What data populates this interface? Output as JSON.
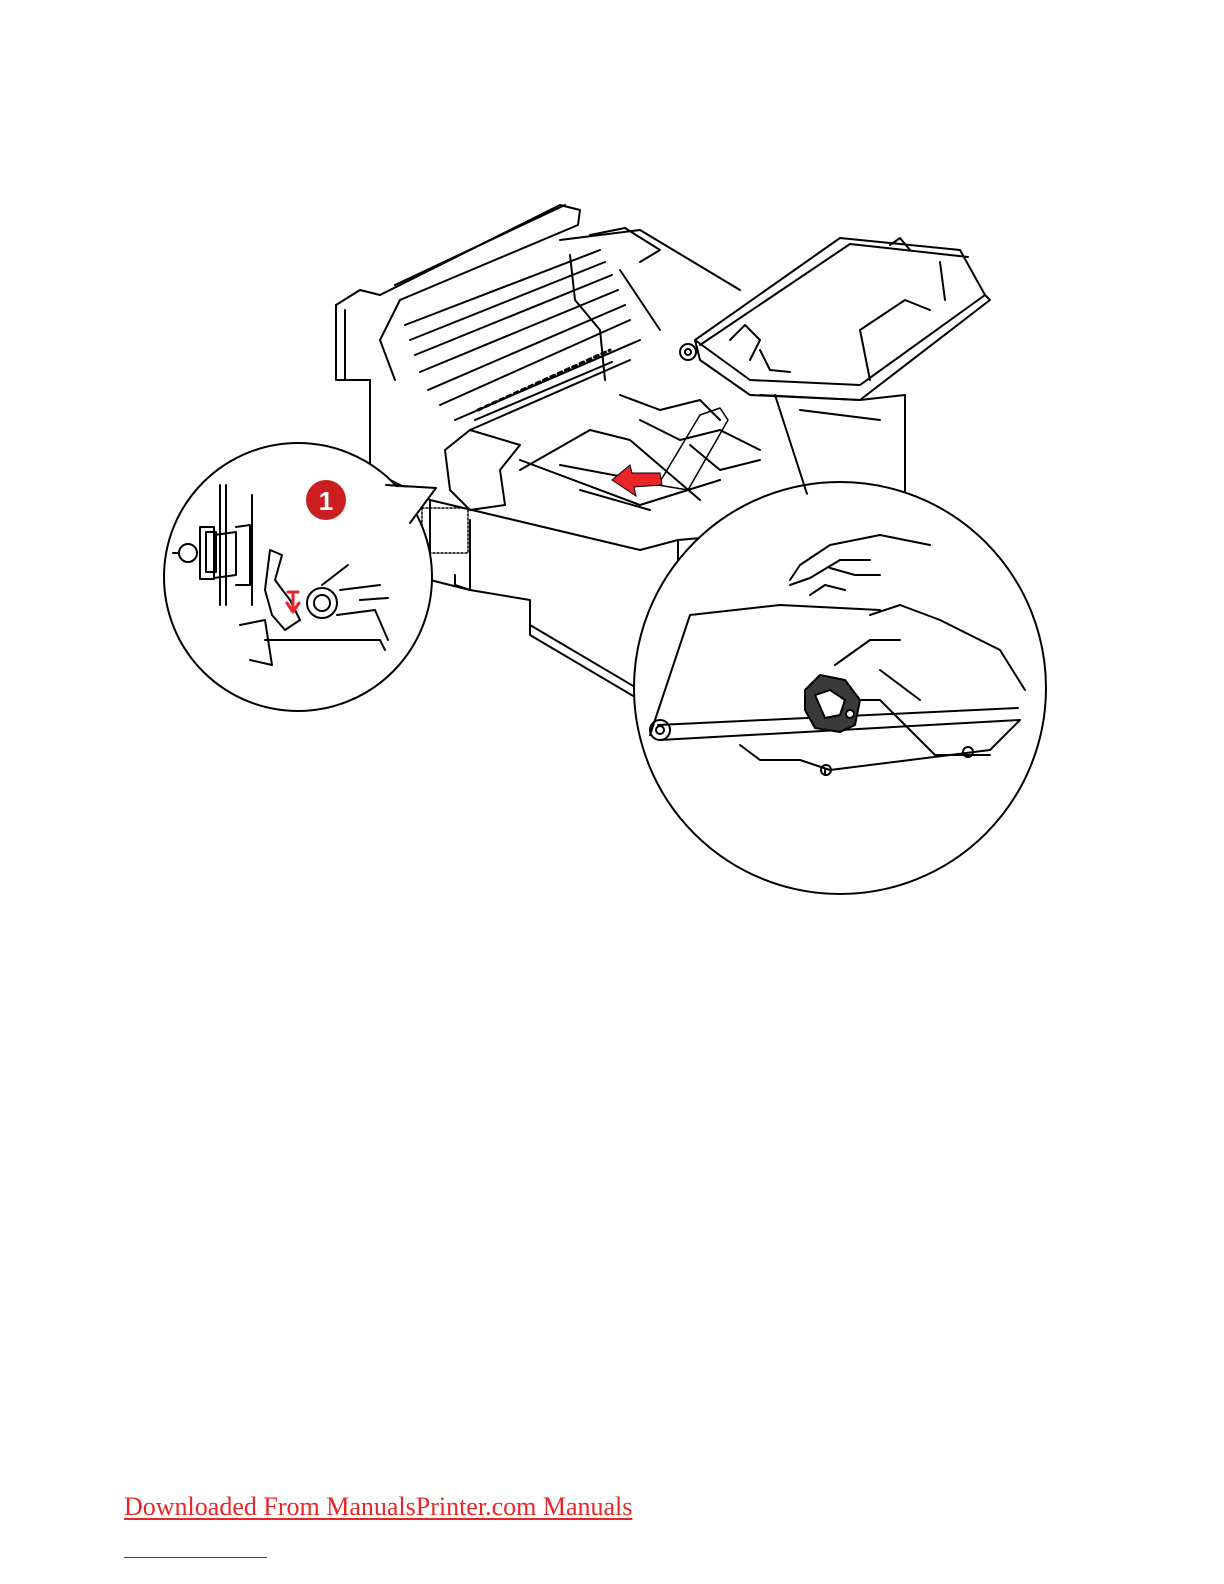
{
  "page": {
    "figure": {
      "callout_number": "1",
      "callout_color": "#cc1d21",
      "arrow_color": "#e8262a",
      "icons": [
        "printer-open-illustration",
        "transfer-belt-unit",
        "insert-arrow",
        "detail-latch-callout",
        "hand-lifting-belt-callout"
      ]
    },
    "footer": {
      "download_link": "Downloaded From ManualsPrinter.com Manuals",
      "link_color": "#e8262a"
    }
  }
}
